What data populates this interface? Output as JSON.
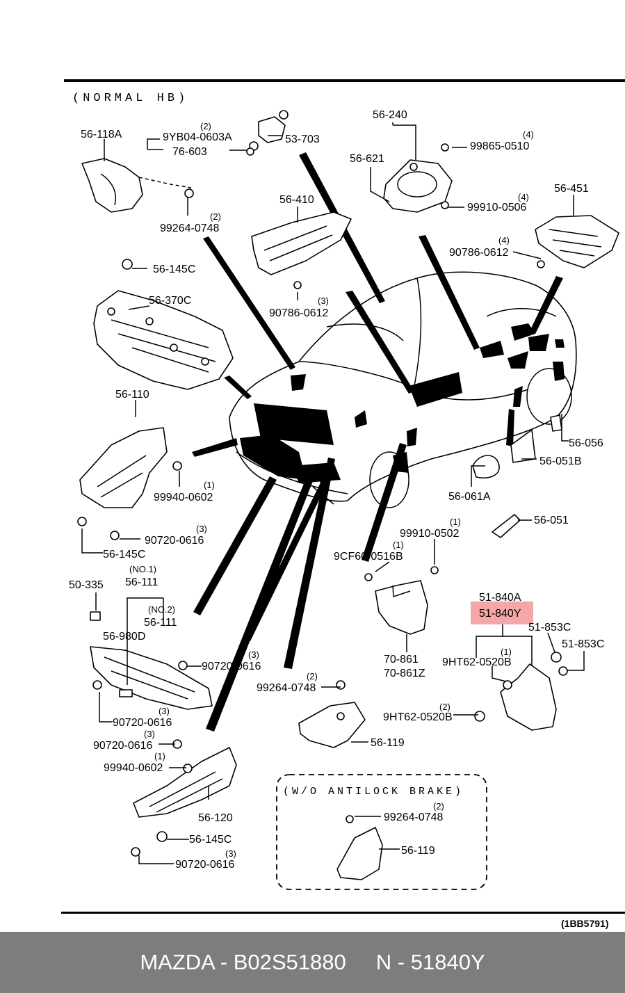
{
  "diagram": {
    "section_caption": "(NORMAL HB)",
    "inset_caption": "(W/O ANTILOCK BRAKE)",
    "reference_code": "(1BB5791)",
    "highlight_color": "#f5a6a6",
    "labels": {
      "p56_118A": "56-118A",
      "q_9YB04": "(2)",
      "p9YB04": "9YB04-0603A",
      "p76_603": "76-603",
      "p53_703": "53-703",
      "q_99264_top": "(2)",
      "p99264_top": "99264-0748",
      "p56_410": "56-410",
      "q_90786_a": "(3)",
      "p90786_a": "90786-0612",
      "p56_240": "56-240",
      "p56_621": "56-621",
      "q_99865": "(4)",
      "p99865": "99865-0510",
      "q_99910_a": "(4)",
      "p99910_a": "99910-0506",
      "p56_451": "56-451",
      "q_90786_b": "(4)",
      "p90786_b": "90786-0612",
      "p56_145C_a": "56-145C",
      "p56_370C": "56-370C",
      "p56_110": "56-110",
      "q_99940_a": "(1)",
      "p99940_a": "99940-0602",
      "q_90720_a": "(3)",
      "p90720_a": "90720-0616",
      "p56_145C_b": "56-145C",
      "p56_056": "56-056",
      "p56_051B": "56-051B",
      "p56_061A": "56-061A",
      "p56_051": "56-051",
      "q_99910_b": "(1)",
      "p99910_b": "99910-0502",
      "q_9CF60": "(1)",
      "p9CF60": "9CF60-0516B",
      "p50_335": "50-335",
      "q_no1": "(NO.1)",
      "p56_111_a": "56-111",
      "q_no2": "(NO.2)",
      "p56_111_b": "56-111",
      "p56_980D": "56-980D",
      "q_90720_b": "(3)",
      "p90720_b": "90720-0616",
      "q_90720_c": "(3)",
      "p90720_c": "90720-0616",
      "p70_861": "70-861",
      "p70_861Z": "70-861Z",
      "p51_840A": "51-840A",
      "p51_840Y": "51-840Y",
      "p51_853C_a": "51-853C",
      "p51_853C_b": "51-853C",
      "q_9HT62_a": "(1)",
      "p9HT62_a": "9HT62-0520B",
      "q_9HT62_b": "(2)",
      "p9HT62_b": "9HT62-0520B",
      "q_99264_mid": "(2)",
      "p99264_mid": "99264-0748",
      "p56_119_a": "56-119",
      "q_90720_d": "(3)",
      "p90720_d": "90720-0616",
      "q_99940_b": "(1)",
      "p99940_b": "99940-0602",
      "p56_120": "56-120",
      "p56_145C_c": "56-145C",
      "q_90720_e": "(3)",
      "p90720_e": "90720-0616",
      "q_99264_inset": "(2)",
      "p99264_inset": "99264-0748",
      "p56_119_b": "56-119"
    }
  },
  "footer": {
    "text": "MAZDA - B02S51880     N - 51840Y",
    "background": "#7d7d7d",
    "color": "#ffffff"
  }
}
